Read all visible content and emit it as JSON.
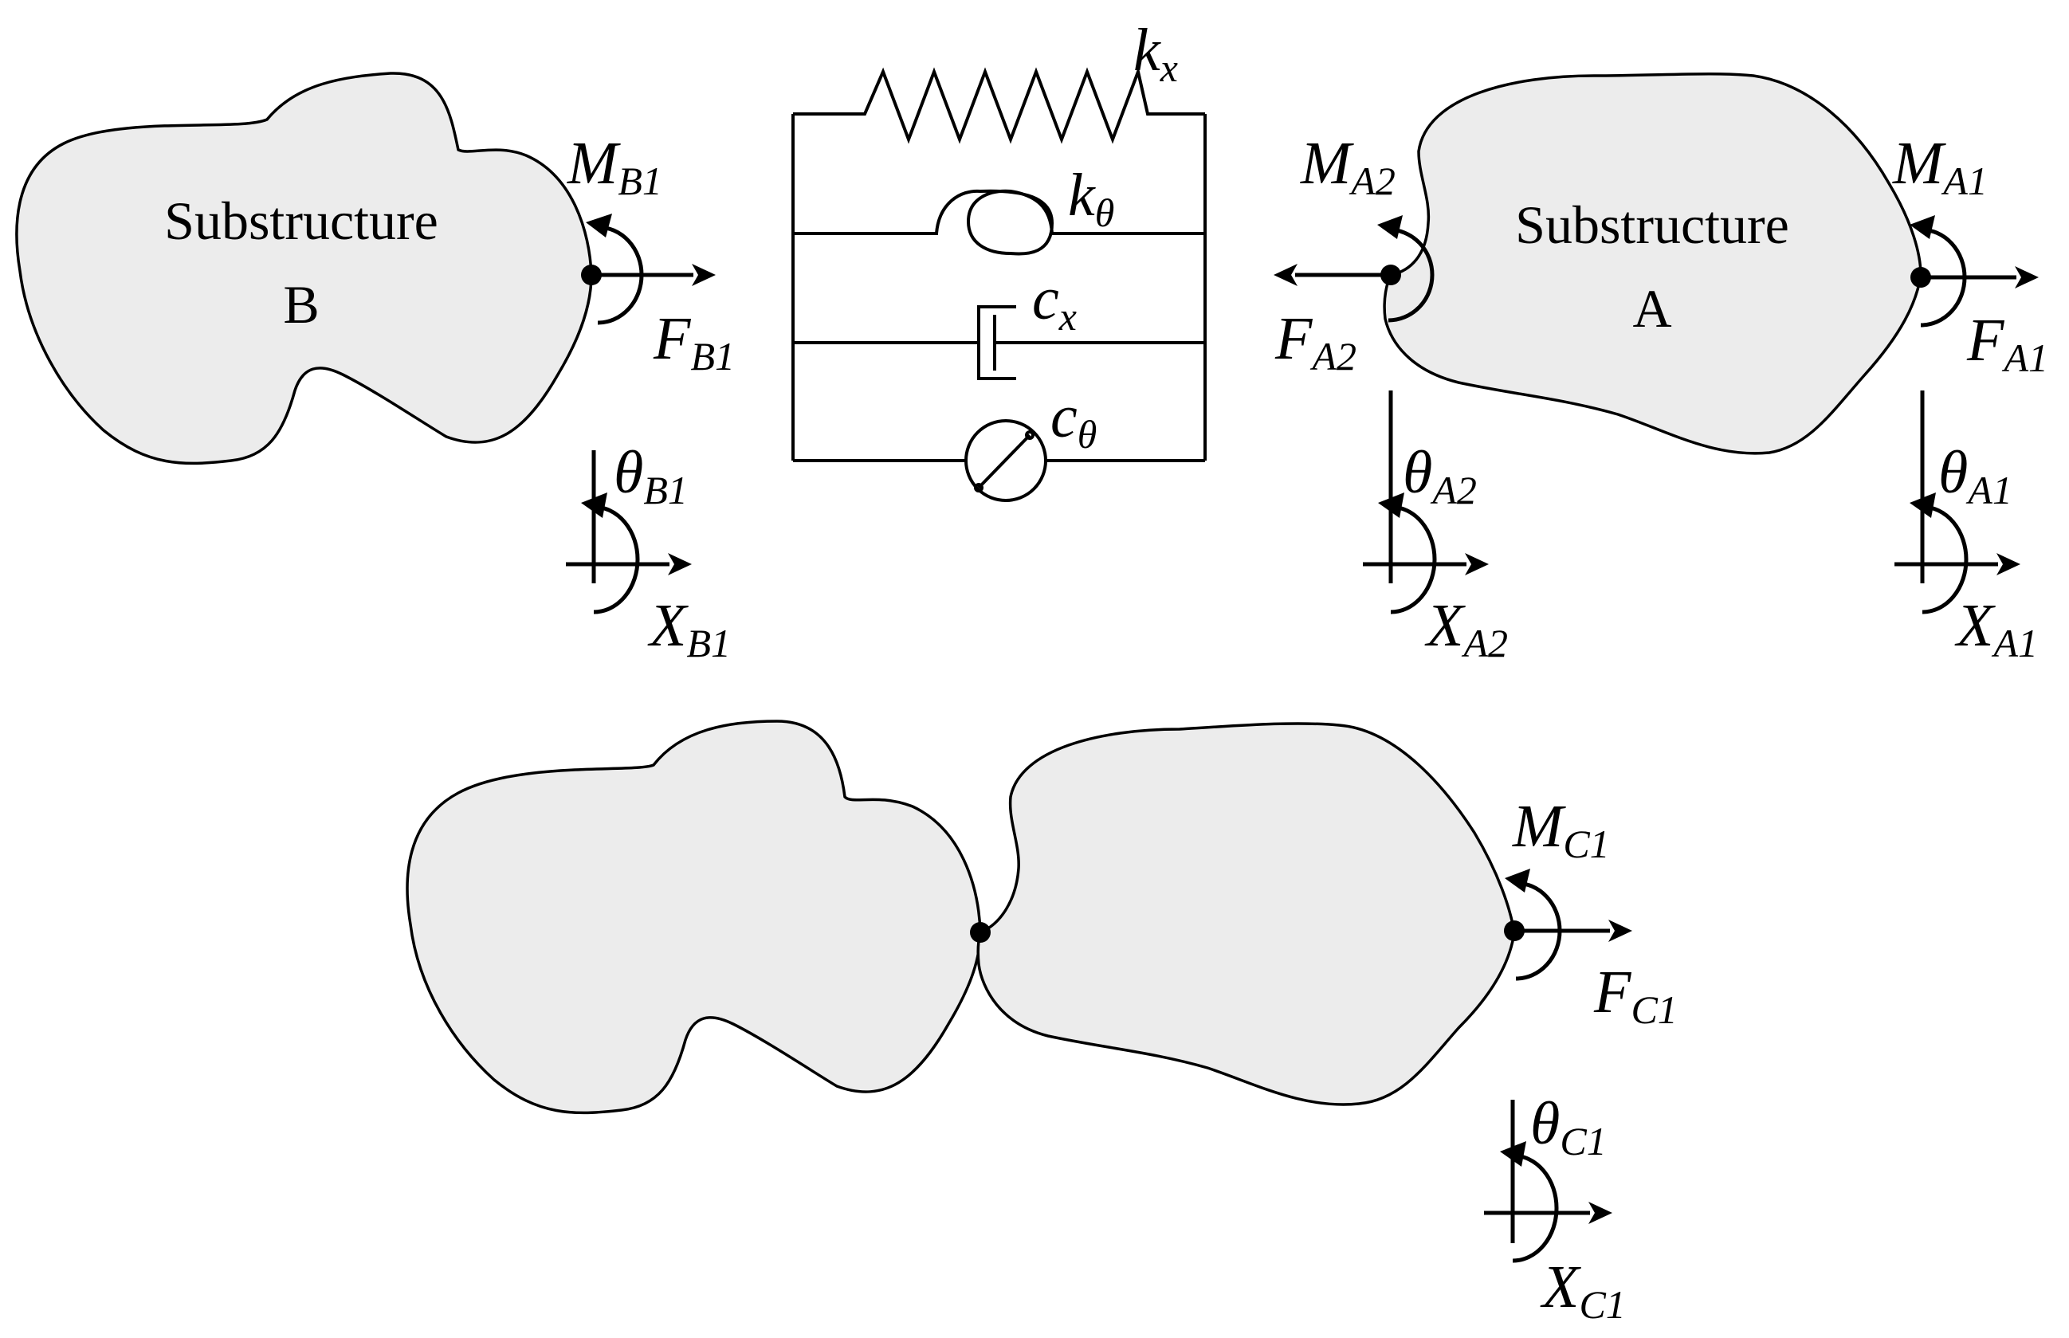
{
  "substructure_b": {
    "line1": "Substructure",
    "line2": "B"
  },
  "substructure_a": {
    "line1": "Substructure",
    "line2": "A"
  },
  "labels": {
    "M_B1": {
      "main": "M",
      "sub": "B1"
    },
    "F_B1": {
      "main": "F",
      "sub": "B1"
    },
    "theta_B1": {
      "main": "θ",
      "sub": "B1"
    },
    "X_B1": {
      "main": "X",
      "sub": "B1"
    },
    "M_A2": {
      "main": "M",
      "sub": "A2"
    },
    "F_A2": {
      "main": "F",
      "sub": "A2"
    },
    "theta_A2": {
      "main": "θ",
      "sub": "A2"
    },
    "X_A2": {
      "main": "X",
      "sub": "A2"
    },
    "M_A1": {
      "main": "M",
      "sub": "A1"
    },
    "F_A1": {
      "main": "F",
      "sub": "A1"
    },
    "theta_A1": {
      "main": "θ",
      "sub": "A1"
    },
    "X_A1": {
      "main": "X",
      "sub": "A1"
    },
    "M_C1": {
      "main": "M",
      "sub": "C1"
    },
    "F_C1": {
      "main": "F",
      "sub": "C1"
    },
    "theta_C1": {
      "main": "θ",
      "sub": "C1"
    },
    "X_C1": {
      "main": "X",
      "sub": "C1"
    }
  },
  "joint": {
    "k_x": {
      "main": "k",
      "sub": "x"
    },
    "k_theta": {
      "main": "k",
      "sub": "θ"
    },
    "c_x": {
      "main": "c",
      "sub": "x"
    },
    "c_theta": {
      "main": "c",
      "sub": "θ"
    }
  },
  "colors": {
    "substructure_fill": "#ececec",
    "stroke": "#000000"
  }
}
